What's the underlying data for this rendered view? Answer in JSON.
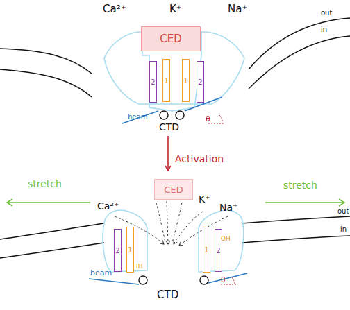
{
  "diagram": {
    "nodes": [
      {
        "text": [
          "CED"
        ]
      },
      {
        "text": [
          "2"
        ]
      },
      {
        "text": [
          "1"
        ]
      },
      {
        "text": [
          "1"
        ]
      },
      {
        "text": [
          "2"
        ]
      },
      {
        "text": [
          "CED"
        ]
      },
      {
        "text": [
          "2"
        ]
      },
      {
        "text": [
          "1"
        ]
      },
      {
        "text": [
          "1"
        ]
      },
      {
        "text": [
          "2"
        ]
      }
    ],
    "labels": [
      "Ca²⁺",
      "K⁺",
      "Na⁺",
      "out",
      "in",
      "beam",
      "CTD",
      "θ",
      "Activation",
      "stretch",
      "stretch",
      "Ca²⁺",
      "K⁺",
      "Na⁺",
      "out",
      "in",
      "IH",
      "OH",
      "beam",
      "CTD",
      "θ"
    ]
  }
}
